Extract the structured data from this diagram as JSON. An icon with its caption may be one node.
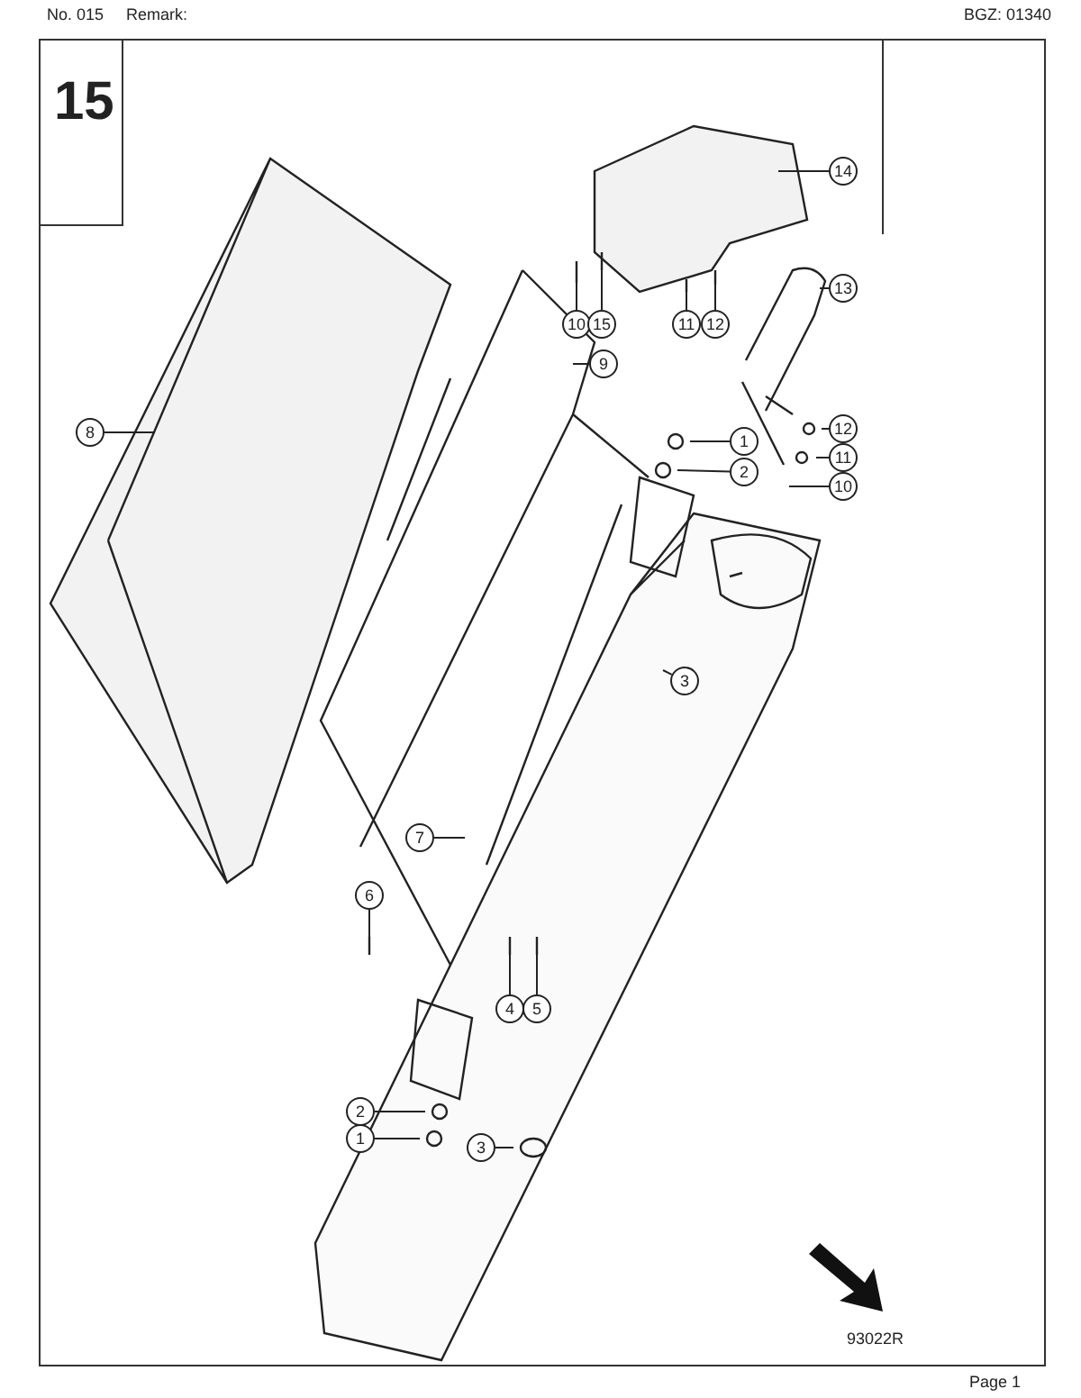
{
  "diagram": {
    "nodes": [
      {
        "text": [
          "14"
        ]
      },
      {
        "text": [
          "10"
        ]
      },
      {
        "text": [
          "15"
        ]
      },
      {
        "text": [
          "11"
        ]
      },
      {
        "text": [
          "12"
        ]
      },
      {
        "text": [
          "13"
        ]
      },
      {
        "text": [
          "9"
        ]
      },
      {
        "text": [
          "1"
        ]
      },
      {
        "text": [
          "2"
        ]
      },
      {
        "text": [
          "12"
        ]
      },
      {
        "text": [
          "11"
        ]
      },
      {
        "text": [
          "10"
        ]
      },
      {
        "text": [
          "8"
        ]
      },
      {
        "text": [
          "3"
        ]
      },
      {
        "text": [
          "7"
        ]
      },
      {
        "text": [
          "6"
        ]
      },
      {
        "text": [
          "4"
        ]
      },
      {
        "text": [
          "5"
        ]
      },
      {
        "text": [
          "2"
        ]
      },
      {
        "text": [
          "1"
        ]
      },
      {
        "text": [
          "3"
        ]
      }
    ],
    "edges": [
      {
        "from": 0,
        "to": null,
        "arrow": "none"
      },
      {
        "from": 1,
        "to": null,
        "arrow": "none"
      },
      {
        "from": 2,
        "to": null,
        "arrow": "none"
      },
      {
        "from": 3,
        "to": null,
        "arrow": "none"
      },
      {
        "from": 4,
        "to": null,
        "arrow": "none"
      },
      {
        "from": 5,
        "to": null,
        "arrow": "none"
      },
      {
        "from": 6,
        "to": null,
        "arrow": "none"
      },
      {
        "from": 7,
        "to": null,
        "arrow": "none"
      },
      {
        "from": 8,
        "to": null,
        "arrow": "none"
      },
      {
        "from": 9,
        "to": null,
        "arrow": "none"
      },
      {
        "from": 10,
        "to": null,
        "arrow": "none"
      },
      {
        "from": 11,
        "to": null,
        "arrow": "none"
      },
      {
        "from": 12,
        "to": null,
        "arrow": "none"
      },
      {
        "from": 13,
        "to": null,
        "arrow": "none"
      },
      {
        "from": 14,
        "to": null,
        "arrow": "none"
      },
      {
        "from": 15,
        "to": null,
        "arrow": "none"
      },
      {
        "from": 16,
        "to": null,
        "arrow": "none"
      },
      {
        "from": 17,
        "to": null,
        "arrow": "none"
      },
      {
        "from": 18,
        "to": null,
        "arrow": "none"
      },
      {
        "from": 19,
        "to": null,
        "arrow": "none"
      },
      {
        "from": 20,
        "to": null,
        "arrow": "none"
      }
    ],
    "labels": [
      "No. 015",
      "Remark:",
      "BGZ: 01340",
      "15",
      "93022R",
      "Page 1"
    ]
  }
}
